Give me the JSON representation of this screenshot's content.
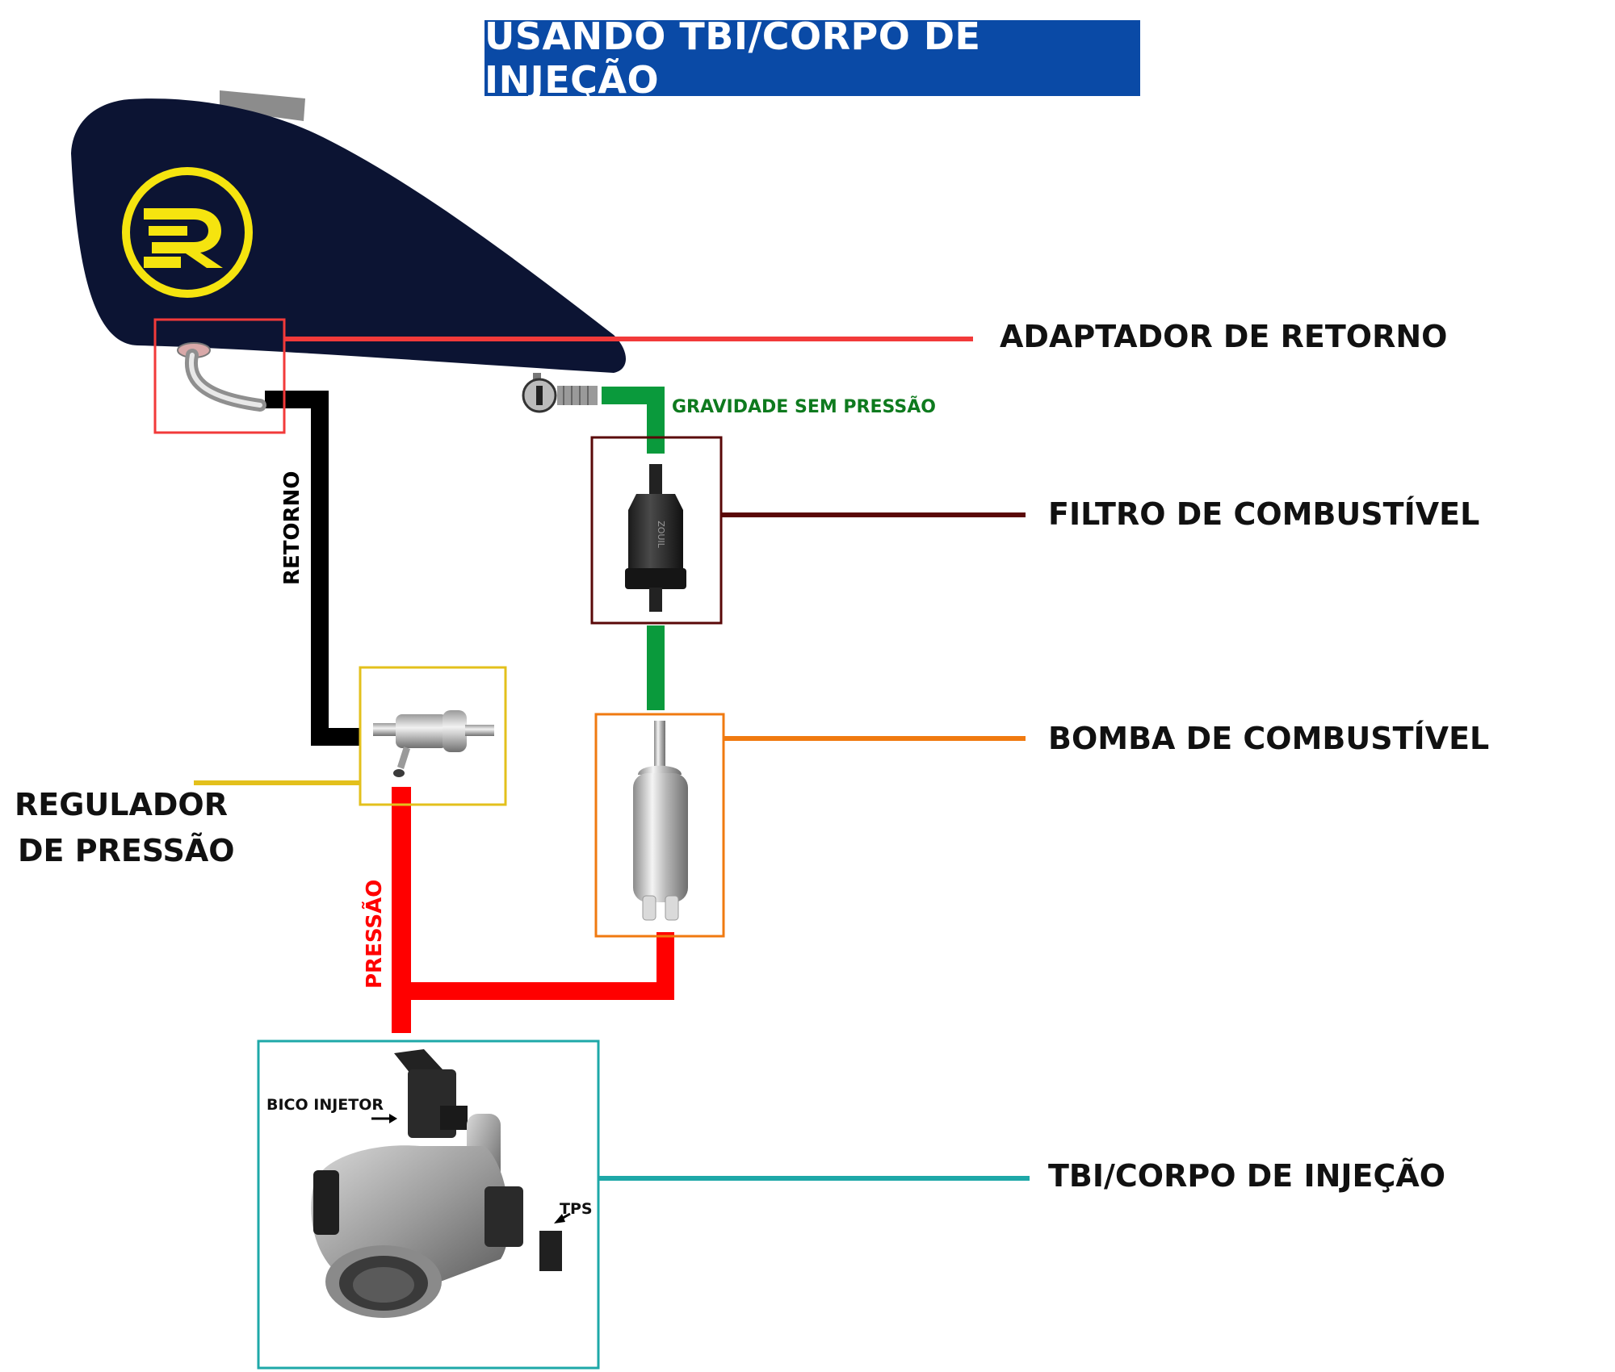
{
  "title": "USANDO TBI/CORPO DE INJEÇÃO",
  "labels": {
    "return_adapter": "ADAPTADOR DE RETORNO",
    "gravity": "GRAVIDADE SEM PRESSÃO",
    "fuel_filter": "FILTRO DE COMBUSTÍVEL",
    "fuel_pump": "BOMBA DE COMBUSTÍVEL",
    "regulator_line1": "REGULADOR",
    "regulator_line2": "DE PRESSÃO",
    "tbi": "TBI/CORPO DE INJEÇÃO",
    "return_line": "RETORNO",
    "pressure_line": "PRESSÃO",
    "injector": "BICO INJETOR",
    "tps": "TPS",
    "filter_brand": "ZOUIL"
  },
  "colors": {
    "title_bg": "#0a4aa6",
    "tank": "#0c1433",
    "logo": "#f5e40f",
    "return_adapter": "#f23a3a",
    "gravity_line": "#0a9a3c",
    "gravity_text": "#0e7a1e",
    "fuel_filter": "#5a0808",
    "fuel_pump": "#f07a10",
    "regulator": "#e3c01c",
    "pressure_line": "#ff0000",
    "return_line": "#000000",
    "tbi": "#1ea8a8"
  },
  "icons": {
    "tank": "fuel-tank-icon",
    "logo": "er-logo-icon",
    "adapter": "return-adapter-fitting-icon",
    "valve": "fuel-valve-icon",
    "filter": "fuel-filter-icon",
    "pump": "fuel-pump-icon",
    "regulator": "pressure-regulator-icon",
    "tbi": "throttle-body-icon"
  }
}
